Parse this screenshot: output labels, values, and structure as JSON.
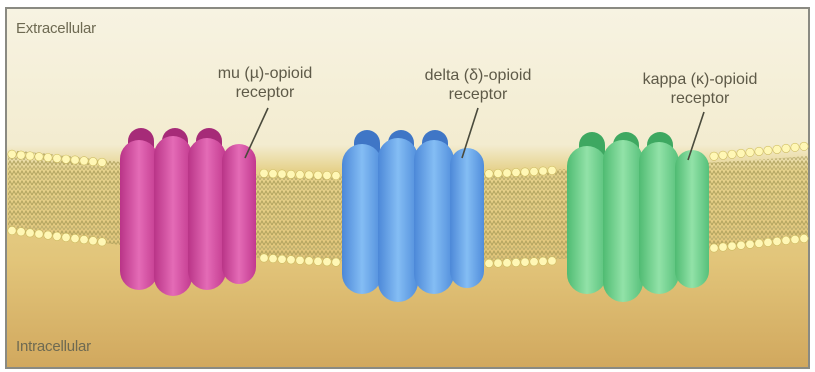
{
  "regions": {
    "top_label": "Extracellular",
    "bottom_label": "Intracellular"
  },
  "receptors": [
    {
      "line1": "mu (µ)-opioid",
      "line2": "receptor",
      "color": "#d5469c"
    },
    {
      "line1": "delta (δ)-opioid",
      "line2": "receptor",
      "color": "#5f9fe6"
    },
    {
      "line1": "kappa (κ)-opioid",
      "line2": "receptor",
      "color": "#6fd08a"
    }
  ],
  "colors": {
    "extracellular": "#f6f1de",
    "membrane_top": "#e7d697",
    "intracellular_top": "#e3c879",
    "intracellular_bottom": "#cfa25a",
    "lipid_heads": "#fff6b8",
    "lipid_tails": "#a59b5c"
  }
}
